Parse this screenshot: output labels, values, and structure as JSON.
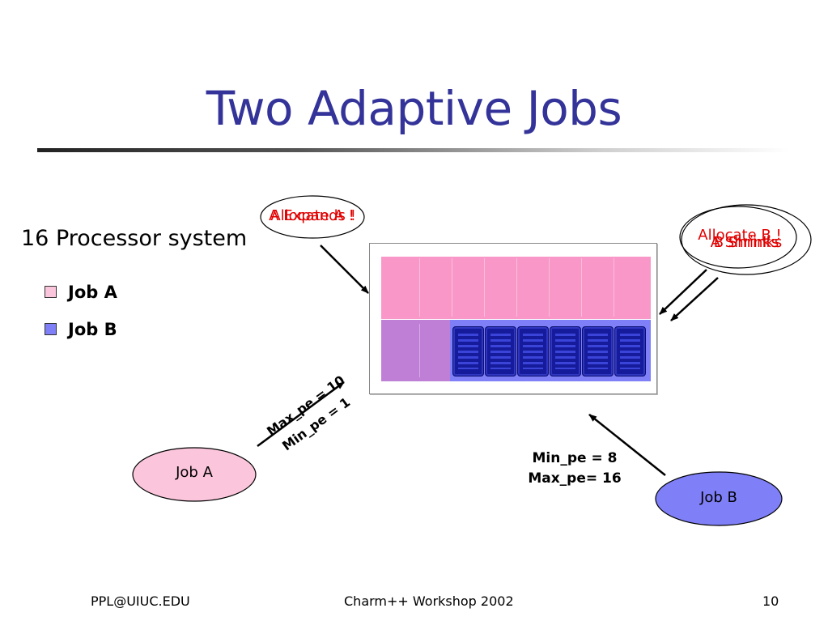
{
  "title": "Two Adaptive Jobs",
  "system_label": "16 Processor system",
  "legend": [
    {
      "label": "Job A",
      "color": "#fbc6dc"
    },
    {
      "label": "Job B",
      "color": "#7f7ff7"
    }
  ],
  "callout_left": {
    "text_1": "Allocate A !",
    "text_2": "A Expands !"
  },
  "callout_right": {
    "text_1": "Allocate B !",
    "text_2": "A Shrinks",
    "text_3": "B Shrinks"
  },
  "job_a": {
    "label": "Job A",
    "max_pe": "Max_pe = 10",
    "min_pe": "Min_pe = 1",
    "color": "#fbc6dc"
  },
  "job_b": {
    "label": "Job B",
    "min_pe": "Min_pe = 8",
    "max_pe": "Max_pe= 16",
    "color": "#7f7ff7"
  },
  "processors": {
    "count": 16,
    "job_a_color": "#f998c8",
    "job_b_color": "#7f7ff7",
    "overlap_color": "#bf7fd7",
    "server_color": "#151b9a"
  },
  "footer": {
    "left": "PPL@UIUC.EDU",
    "center": "Charm++ Workshop 2002",
    "right": "10"
  }
}
